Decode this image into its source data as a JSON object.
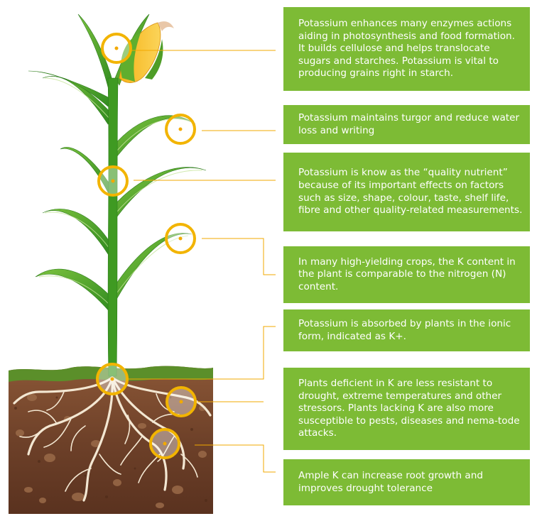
{
  "colors": {
    "box": "#7dbb35",
    "connector": "#f2a900",
    "marker": "#f2b400",
    "leaf": "#4fa72a",
    "soil": "#7b4a31",
    "root": "#f3e7d2"
  },
  "facts": [
    {
      "text": "Potassium enhances many enzymes actions aiding in photosynthesis and food formation. It builds cellulose and helps translocate sugars and starches. Potassium is vital to producing grains right in starch."
    },
    {
      "text": "Potassium maintains turgor and reduce water loss and writing"
    },
    {
      "text": "Potassium is know as the “quality nutrient” because of its important effects on factors such as size, shape, colour, taste, shelf life, fibre and other quality-related measurements."
    },
    {
      "text": "In many high-yielding crops, the K content in the plant is comparable to the nitrogen (N) content."
    },
    {
      "text": "Potassium is absorbed by plants in the ionic form, indicated as K+."
    },
    {
      "text": "Plants deficient in K are less resistant to drought, extreme temperatures and other stressors. Plants lacking K are also more susceptible to pests, diseases and nema-tode attacks."
    },
    {
      "text": "Ample K can increase root growth and improves drought tolerance"
    }
  ]
}
